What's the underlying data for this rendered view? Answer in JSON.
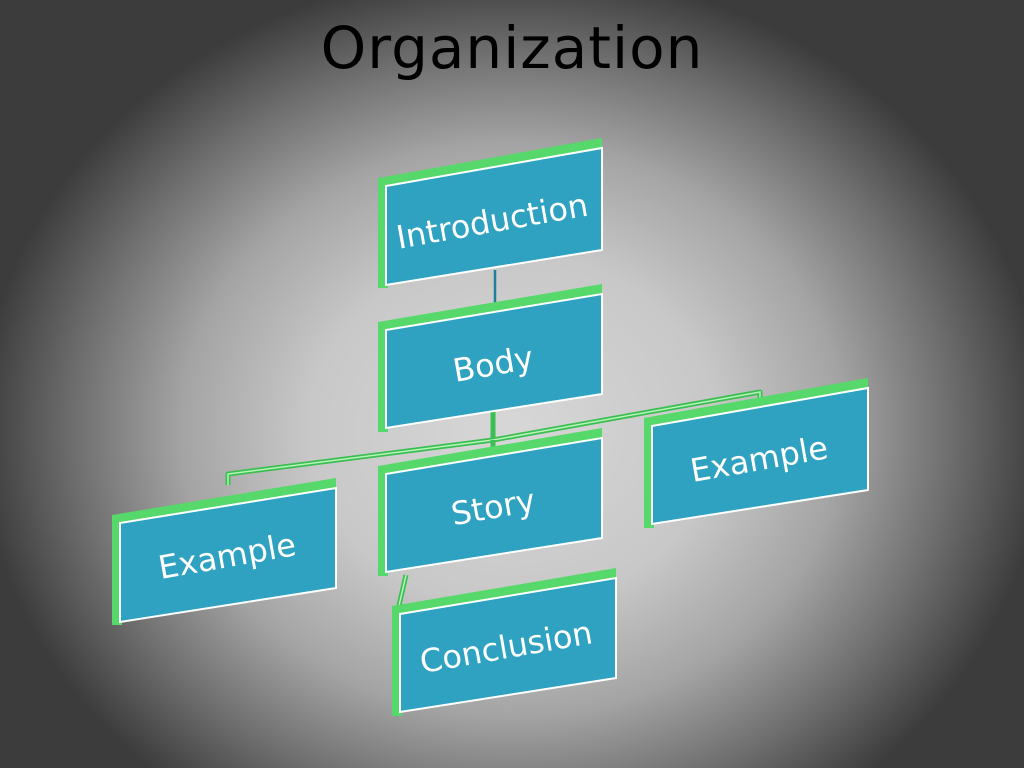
{
  "slide": {
    "title": "Organization"
  },
  "diagram": {
    "nodes": {
      "introduction": "Introduction",
      "body": "Body",
      "example_left": "Example",
      "story": "Story",
      "example_right": "Example",
      "conclusion": "Conclusion"
    },
    "colors": {
      "box_fill": "#2ea2c0",
      "box_edge": "#57d86a",
      "connector": "#3bbf52",
      "label": "#ffffff"
    }
  }
}
